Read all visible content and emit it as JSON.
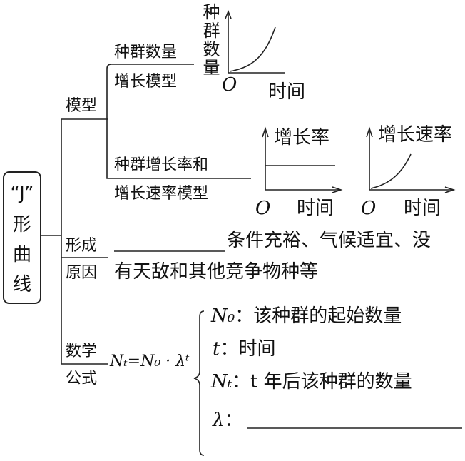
{
  "root": {
    "chars": [
      "“J”",
      "形",
      "曲",
      "线"
    ]
  },
  "branches": {
    "model": {
      "label": "模型",
      "sub1": {
        "label_line1": "种群数量",
        "label_line2": "增长模型",
        "graph": {
          "y_label": "种群数量",
          "x_label": "时间",
          "origin": "O"
        }
      },
      "sub2": {
        "label_line1": "种群增长率和",
        "label_line2": "增长速率模型",
        "graph_rate": {
          "y_label": "增长率",
          "x_label": "时间",
          "origin": "O"
        },
        "graph_speed": {
          "y_label": "增长速率",
          "x_label": "时间",
          "origin": "O"
        }
      }
    },
    "cause": {
      "label_line1": "形成",
      "label_line2": "原因",
      "text_line1": "条件充裕、气候适宜、没",
      "text_line2": "有天敌和其他竞争物种等"
    },
    "formula": {
      "label_line1": "数学",
      "label_line2": "公式",
      "equation": "Nₜ=N₀ · λᵗ",
      "items": [
        {
          "symbol": "N₀",
          "text": "：该种群的起始数量"
        },
        {
          "symbol": "t",
          "text": "：时间"
        },
        {
          "symbol": "Nₜ",
          "text": "：t 年后该种群的数量"
        },
        {
          "symbol": "λ",
          "text": "："
        }
      ]
    }
  },
  "chart_data": [
    {
      "type": "line",
      "title": "",
      "xlabel": "时间",
      "ylabel": "种群数量",
      "shape": "J-shaped exponential increase"
    },
    {
      "type": "line",
      "title": "",
      "xlabel": "时间",
      "ylabel": "增长率",
      "shape": "constant horizontal line"
    },
    {
      "type": "line",
      "title": "",
      "xlabel": "时间",
      "ylabel": "增长速率",
      "shape": "increasing curve"
    }
  ]
}
